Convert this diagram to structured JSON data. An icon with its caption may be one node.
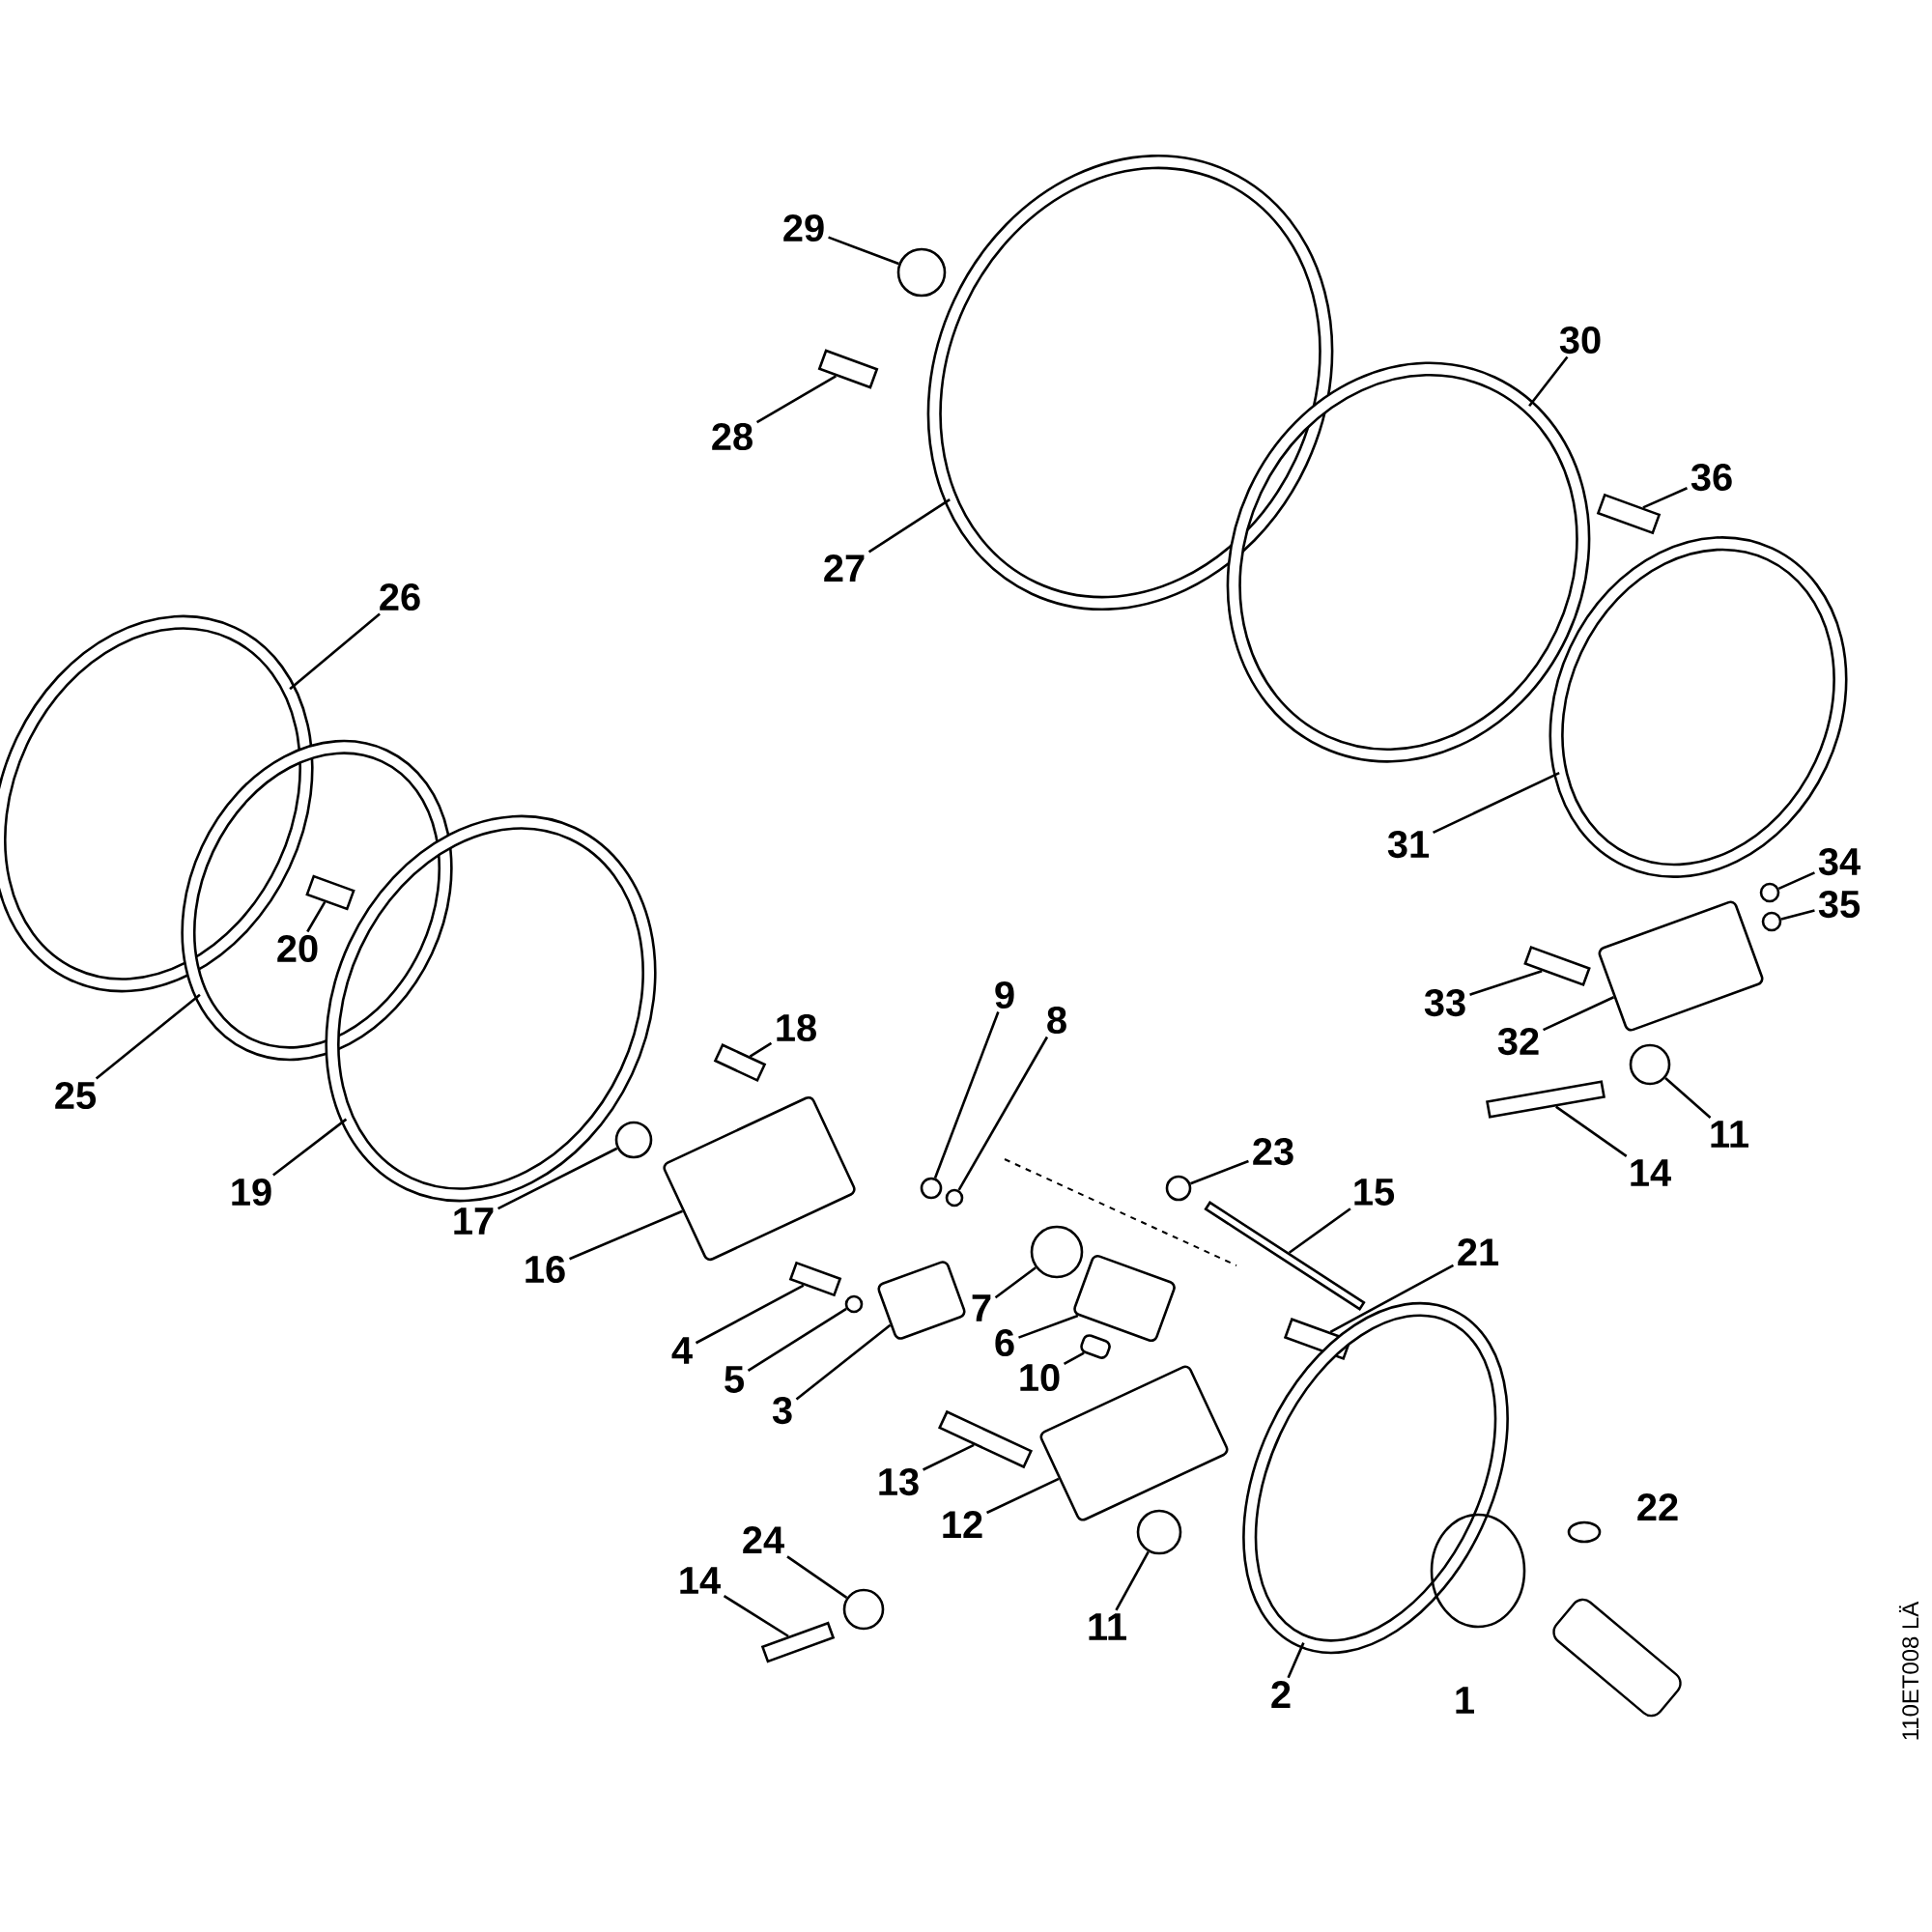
{
  "diagram": {
    "nodes": [
      {
        "text": [
          "29"
        ]
      },
      {
        "text": [],
        "shape": "circle"
      },
      {
        "text": [
          "28"
        ]
      },
      {
        "text": [],
        "shape": "bar"
      },
      {
        "text": [
          "27"
        ]
      },
      {
        "text": [],
        "shape": "ellipse"
      },
      {
        "text": [
          "26"
        ]
      },
      {
        "text": [],
        "shape": "ellipse"
      },
      {
        "text": [
          "25"
        ]
      },
      {
        "text": [],
        "shape": "ellipse"
      },
      {
        "text": [
          "20"
        ],
        "in": 9
      },
      {
        "text": [],
        "shape": "bar",
        "in": 9
      },
      {
        "text": [
          "19"
        ]
      },
      {
        "text": [],
        "shape": "ellipse"
      },
      {
        "text": [
          "30"
        ]
      },
      {
        "text": [],
        "shape": "ellipse"
      },
      {
        "text": [
          "36"
        ]
      },
      {
        "text": [],
        "shape": "bar"
      },
      {
        "text": [
          "31"
        ]
      },
      {
        "text": [],
        "shape": "ellipse"
      },
      {
        "text": [
          "34"
        ]
      },
      {
        "text": [],
        "shape": "circle"
      },
      {
        "text": [
          "35"
        ]
      },
      {
        "text": [],
        "shape": "circle"
      },
      {
        "text": [
          "33"
        ]
      },
      {
        "text": [],
        "shape": "bar"
      },
      {
        "text": [
          "32"
        ]
      },
      {
        "text": [],
        "shape": "box"
      },
      {
        "text": [
          "11"
        ]
      },
      {
        "text": [],
        "shape": "circle"
      },
      {
        "text": [
          "14"
        ]
      },
      {
        "text": [],
        "shape": "bar"
      },
      {
        "text": [
          "18"
        ]
      },
      {
        "text": [],
        "shape": "bar"
      },
      {
        "text": [
          "17"
        ]
      },
      {
        "text": [],
        "shape": "circle"
      },
      {
        "text": [
          "16"
        ]
      },
      {
        "text": [],
        "shape": "box"
      },
      {
        "text": [
          "9"
        ]
      },
      {
        "text": [],
        "shape": "circle"
      },
      {
        "text": [
          "8"
        ]
      },
      {
        "text": [],
        "shape": "circle"
      },
      {
        "text": [
          "23"
        ]
      },
      {
        "text": [],
        "shape": "circle"
      },
      {
        "text": [
          "15"
        ]
      },
      {
        "text": [],
        "shape": "bar"
      },
      {
        "text": [
          "7"
        ]
      },
      {
        "text": [],
        "shape": "circle"
      },
      {
        "text": [
          "6"
        ]
      },
      {
        "text": [],
        "shape": "box"
      },
      {
        "text": [
          "10"
        ]
      },
      {
        "text": [],
        "shape": "box"
      },
      {
        "text": [
          "4"
        ]
      },
      {
        "text": [],
        "shape": "bar"
      },
      {
        "text": [
          "5"
        ]
      },
      {
        "text": [],
        "shape": "circle"
      },
      {
        "text": [
          "3"
        ]
      },
      {
        "text": [],
        "shape": "box"
      },
      {
        "text": [
          "21"
        ]
      },
      {
        "text": [],
        "shape": "bar"
      },
      {
        "text": [
          "13"
        ]
      },
      {
        "text": [],
        "shape": "bar"
      },
      {
        "text": [
          "12"
        ]
      },
      {
        "text": [],
        "shape": "box"
      },
      {
        "text": [
          "24"
        ]
      },
      {
        "text": [],
        "shape": "circle"
      },
      {
        "text": [
          "14"
        ]
      },
      {
        "text": [],
        "shape": "bar"
      },
      {
        "text": [
          "11"
        ]
      },
      {
        "text": [],
        "shape": "circle"
      },
      {
        "text": [
          "2"
        ]
      },
      {
        "text": [],
        "shape": "ellipse"
      },
      {
        "text": [
          "22"
        ]
      },
      {
        "text": [],
        "shape": "ellipse"
      },
      {
        "text": [
          "1"
        ]
      },
      {
        "text": [],
        "shape": "ellipse"
      }
    ],
    "edges": [
      {
        "from": 0,
        "to": 1,
        "arrow": "none"
      },
      {
        "from": 2,
        "to": 3,
        "arrow": "none"
      },
      {
        "from": 4,
        "to": 5,
        "arrow": "none"
      },
      {
        "from": 6,
        "to": 7,
        "arrow": "none"
      },
      {
        "from": 8,
        "to": 9,
        "arrow": "none"
      },
      {
        "from": 10,
        "to": 11,
        "arrow": "none"
      },
      {
        "from": 12,
        "to": 13,
        "arrow": "none"
      },
      {
        "from": 14,
        "to": 15,
        "arrow": "none"
      },
      {
        "from": 16,
        "to": 17,
        "arrow": "none"
      },
      {
        "from": 18,
        "to": 19,
        "arrow": "none"
      },
      {
        "from": 20,
        "to": 21,
        "arrow": "none"
      },
      {
        "from": 22,
        "to": 23,
        "arrow": "none"
      },
      {
        "from": 24,
        "to": 25,
        "arrow": "none"
      },
      {
        "from": 26,
        "to": 27,
        "arrow": "none"
      },
      {
        "from": 28,
        "to": 29,
        "arrow": "none"
      },
      {
        "from": 30,
        "to": 31,
        "arrow": "none"
      },
      {
        "from": 32,
        "to": 33,
        "arrow": "none"
      },
      {
        "from": 34,
        "to": 35,
        "arrow": "none"
      },
      {
        "from": 36,
        "to": 37,
        "arrow": "none"
      },
      {
        "from": 38,
        "to": 39,
        "arrow": "none"
      },
      {
        "from": 40,
        "to": 41,
        "arrow": "none"
      },
      {
        "from": 42,
        "to": 43,
        "arrow": "none"
      },
      {
        "from": 44,
        "to": 45,
        "arrow": "none"
      },
      {
        "from": 46,
        "to": 47,
        "arrow": "none"
      },
      {
        "from": 48,
        "to": 49,
        "arrow": "none"
      },
      {
        "from": 50,
        "to": 51,
        "arrow": "none"
      },
      {
        "from": 52,
        "to": 53,
        "arrow": "none"
      },
      {
        "from": 54,
        "to": 55,
        "arrow": "none"
      },
      {
        "from": 56,
        "to": 57,
        "arrow": "none"
      },
      {
        "from": 58,
        "to": 59,
        "arrow": "none"
      },
      {
        "from": 60,
        "to": 61,
        "arrow": "none"
      },
      {
        "from": 62,
        "to": 63,
        "arrow": "none"
      },
      {
        "from": 64,
        "to": 65,
        "arrow": "none"
      },
      {
        "from": 66,
        "to": 67,
        "arrow": "none"
      },
      {
        "from": 68,
        "to": 69,
        "arrow": "none"
      },
      {
        "from": 70,
        "to": 71,
        "arrow": "none"
      }
    ],
    "labels": [
      "110ET008 LÄ"
    ]
  }
}
